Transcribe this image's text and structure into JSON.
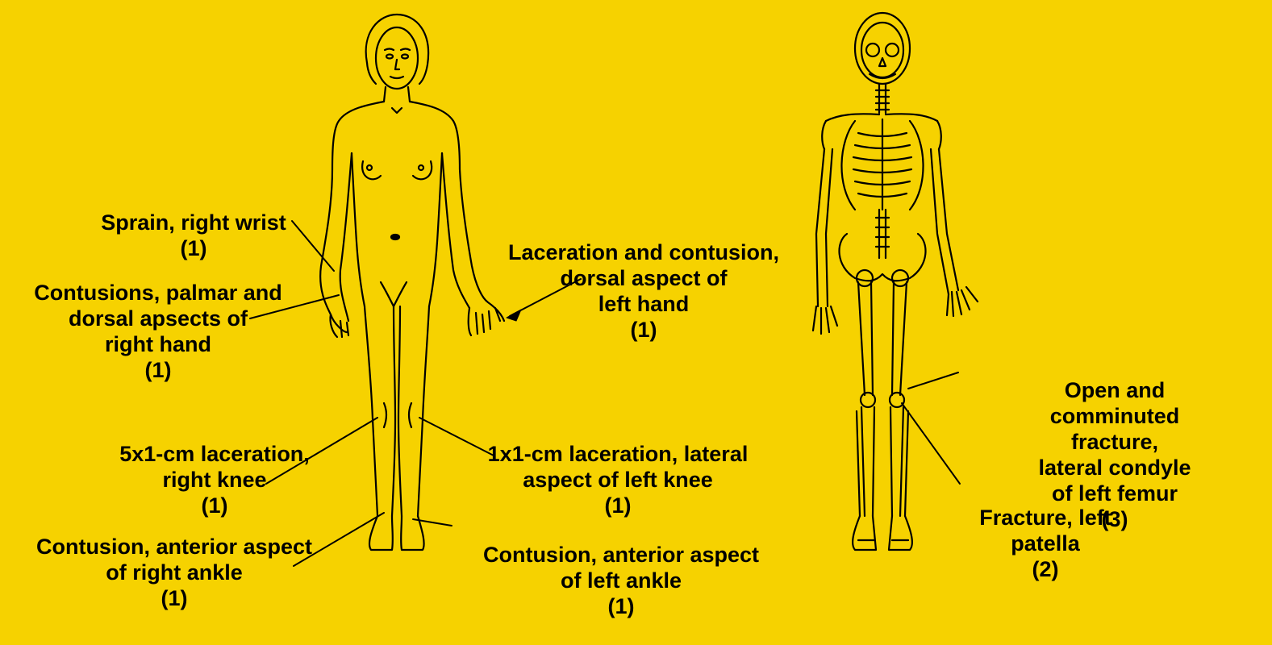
{
  "colors": {
    "background": "#f6d200",
    "ink": "#000000"
  },
  "annotations": [
    {
      "id": "sprain-right-wrist",
      "text": "Sprain, right wrist",
      "severity": "(1)"
    },
    {
      "id": "contusions-right-hand",
      "text": "Contusions, palmar and\ndorsal apsects of\nright hand",
      "severity": "(1)"
    },
    {
      "id": "laceration-left-hand",
      "text": "Laceration and contusion,\ndorsal aspect of\nleft hand",
      "severity": "(1)"
    },
    {
      "id": "laceration-right-knee",
      "text": "5x1-cm laceration,\nright knee",
      "severity": "(1)"
    },
    {
      "id": "laceration-left-knee",
      "text": "1x1-cm laceration, lateral\naspect of left knee",
      "severity": "(1)"
    },
    {
      "id": "contusion-right-ankle",
      "text": "Contusion, anterior aspect\nof right ankle",
      "severity": "(1)"
    },
    {
      "id": "contusion-left-ankle",
      "text": "Contusion, anterior aspect\nof left ankle",
      "severity": "(1)"
    },
    {
      "id": "fracture-left-femur",
      "text": "Open and comminuted\nfracture, lateral condyle\nof left femur",
      "severity": "(3)"
    },
    {
      "id": "fracture-left-patella",
      "text": "Fracture, left\npatella",
      "severity": "(2)"
    }
  ]
}
